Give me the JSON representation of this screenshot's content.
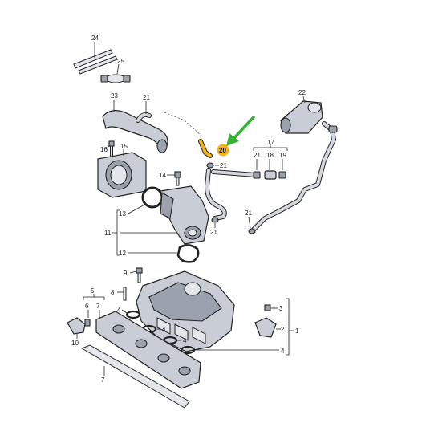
{
  "diagram": {
    "highlight_color": "#f2b21c",
    "arrow_color": "#35b233",
    "callouts": {
      "c1": "1",
      "c2": "2",
      "c3": "3",
      "c4a": "4",
      "c4b": "4",
      "c4c": "4",
      "c4d": "4",
      "c5": "5",
      "c6": "6",
      "c7a": "7",
      "c7b": "7",
      "c8": "8",
      "c9": "9",
      "c10": "10",
      "c11": "11",
      "c12": "12",
      "c13": "13",
      "c14": "14",
      "c15": "15",
      "c16": "16",
      "c17": "17",
      "c18": "18",
      "c19": "19",
      "c20": "20",
      "c21a": "21",
      "c21b": "21",
      "c21c": "21",
      "c21d": "21",
      "c21e": "21",
      "c22": "22",
      "c23": "23",
      "c24": "24",
      "c25": "25"
    }
  }
}
